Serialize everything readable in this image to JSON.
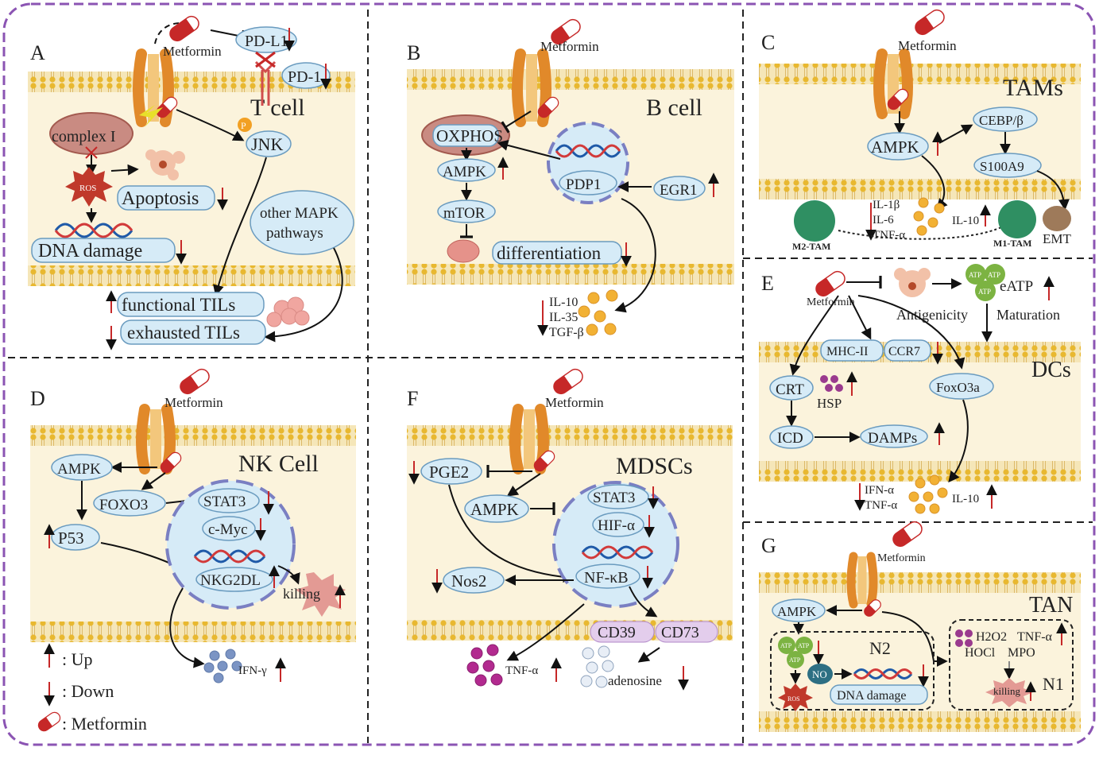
{
  "colors": {
    "frame": "#8b54b3",
    "membrane": "#e8b830",
    "cell": "#fbf3dc",
    "node": "#d6ebf7",
    "nodeStroke": "#6a9bbf",
    "up": "#c62828",
    "nucleus": "#7a7fc2",
    "cd": "#e3cdec"
  },
  "panels": {
    "A": {
      "letter": "A",
      "title": "T cell",
      "drug": "Metformin",
      "pdl1": "PD-L1",
      "pd1": "PD-1",
      "complex": "complex I",
      "ros": "ROS",
      "apoptosis": "Apoptosis",
      "dna": "DNA damage",
      "jnk": "JNK",
      "p": "P",
      "mapk1": "other MAPK",
      "mapk2": "pathways",
      "func": "functional TILs",
      "exh": "exhausted TILs"
    },
    "B": {
      "letter": "B",
      "title": "B cell",
      "drug": "Metformin",
      "oxphos": "OXPHOS",
      "ampk": "AMPK",
      "mtor": "mTOR",
      "diff": "differentiation",
      "pdp1": "PDP1",
      "egr1": "EGR1",
      "il10": "IL-10",
      "il35": "IL-35",
      "tgf": "TGF-β"
    },
    "C": {
      "letter": "C",
      "title": "TAMs",
      "drug": "Metformin",
      "ampk": "AMPK",
      "cebp": "CEBP/β",
      "s100": "S100A9",
      "il1b": "IL-1β",
      "il6": "IL-6",
      "tnf": "TNF-α",
      "il10": "IL-10",
      "m2": "M2-TAM",
      "m1": "M1-TAM",
      "emt": "EMT"
    },
    "D": {
      "letter": "D",
      "title": "NK Cell",
      "drug": "Metformin",
      "ampk": "AMPK",
      "foxo3": "FOXO3",
      "p53": "P53",
      "stat3": "STAT3",
      "cmyc": "c-Myc",
      "nkg2dl": "NKG2DL",
      "killing": "killing",
      "ifn": "IFN-γ"
    },
    "E": {
      "letter": "E",
      "title": "DCs",
      "drug": "Metformin",
      "antigen": "Antigenicity",
      "atp": "ATP",
      "eatp": "eATP",
      "maturation": "Maturation",
      "mhc": "MHC-II",
      "ccr7": "CCR7",
      "crt": "CRT",
      "hsp": "HSP",
      "foxo3a": "FoxO3a",
      "icd": "ICD",
      "damps": "DAMPs",
      "ifna": "IFN-α",
      "tnfa": "TNF-α",
      "il10": "IL-10"
    },
    "F": {
      "letter": "F",
      "title": "MDSCs",
      "drug": "Metformin",
      "pge2": "PGE2",
      "ampk": "AMPK",
      "stat3": "STAT3",
      "hif": "HIF-α",
      "nfkb": "NF-κB",
      "nos2": "Nos2",
      "cd39": "CD39",
      "cd73": "CD73",
      "tnf": "TNF-α",
      "adenosine": "adenosine"
    },
    "G": {
      "letter": "G",
      "title": "TAN",
      "drug": "Metformin",
      "ampk": "AMPK",
      "atp": "ATP",
      "ros": "ROS",
      "no": "NO",
      "dna": "DNA damage",
      "n2": "N2",
      "n1": "N1",
      "h2o2": "H2O2",
      "tnf": "TNF-α",
      "hocl": "HOCl",
      "mpo": "MPO",
      "killing": "killing"
    }
  },
  "legend": {
    "up": ": Up",
    "down": ": Down",
    "drug": ": Metformin"
  }
}
